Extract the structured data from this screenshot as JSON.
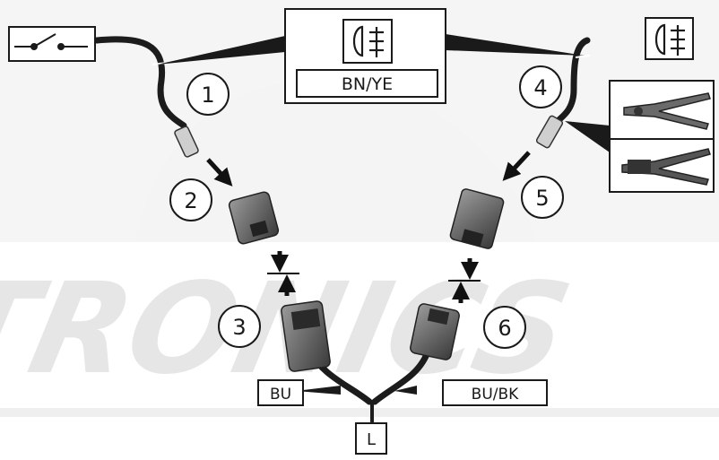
{
  "steps": [
    "1",
    "2",
    "3",
    "4",
    "5",
    "6"
  ],
  "labels": {
    "center_wire": "BN/YE",
    "left_ground": "BU",
    "right_ground": "BU/BK",
    "ground_terminal": "L"
  },
  "icons": {
    "switch": "switch-icon",
    "fog_lamp": "rear-fog-lamp-icon",
    "crimp_tool": "crimping-pliers-icon"
  },
  "colors": {
    "watermark": "#e9e9e9",
    "wire": "#1c1c1c",
    "box_stroke": "#1a1a1a"
  }
}
